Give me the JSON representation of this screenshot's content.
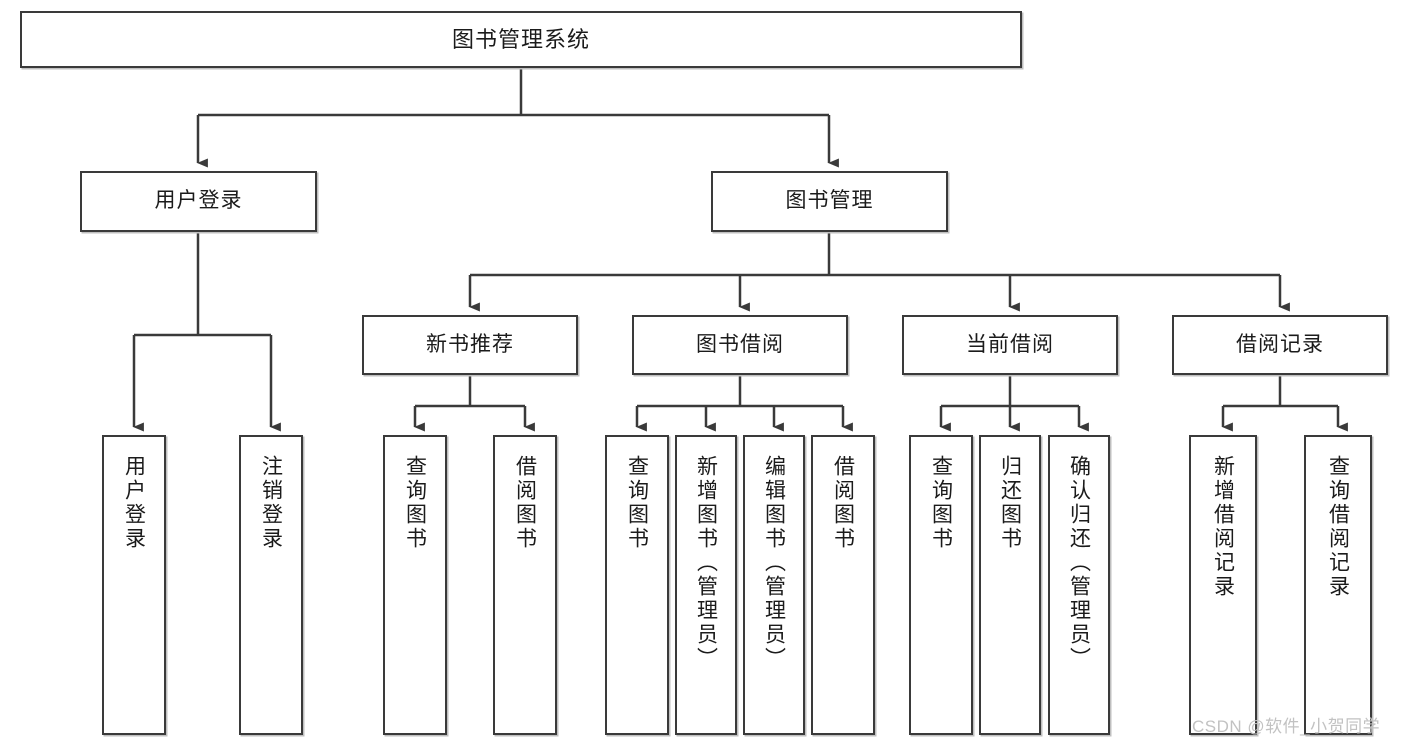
{
  "diagram": {
    "title": "图书管理系统",
    "type": "tree-hierarchy-flowchart",
    "colors": {
      "node_border": "#3a3a3a",
      "node_fill": "#ffffff",
      "edge": "#3a3a3a",
      "background": "#ffffff",
      "watermark": "#c2c2c2"
    },
    "nodes": {
      "root": {
        "label": "图书管理系统"
      },
      "level2": [
        {
          "id": "user-login",
          "label": "用户登录"
        },
        {
          "id": "book-manage",
          "label": "图书管理"
        }
      ],
      "level3": [
        {
          "id": "new-book-recommend",
          "label": "新书推荐"
        },
        {
          "id": "book-borrow",
          "label": "图书借阅"
        },
        {
          "id": "current-borrow",
          "label": "当前借阅"
        },
        {
          "id": "borrow-record",
          "label": "借阅记录"
        }
      ],
      "leaves": {
        "user_login": [
          {
            "id": "leaf-user-login",
            "label": "用户登录"
          },
          {
            "id": "leaf-user-logout",
            "label": "注销登录"
          }
        ],
        "new_book_recommend": [
          {
            "id": "leaf-query-book-1",
            "label": "查询图书"
          },
          {
            "id": "leaf-borrow-book-1",
            "label": "借阅图书"
          }
        ],
        "book_borrow": [
          {
            "id": "leaf-query-book-2",
            "label": "查询图书"
          },
          {
            "id": "leaf-add-book",
            "label": "新增图书（管理员）"
          },
          {
            "id": "leaf-edit-book",
            "label": "编辑图书（管理员）"
          },
          {
            "id": "leaf-borrow-book-2",
            "label": "借阅图书"
          }
        ],
        "current_borrow": [
          {
            "id": "leaf-query-book-3",
            "label": "查询图书"
          },
          {
            "id": "leaf-return-book",
            "label": "归还图书"
          },
          {
            "id": "leaf-confirm-return",
            "label": "确认归还（管理员）"
          }
        ],
        "borrow_record": [
          {
            "id": "leaf-add-record",
            "label": "新增借阅记录"
          },
          {
            "id": "leaf-query-record",
            "label": "查询借阅记录"
          }
        ]
      }
    },
    "watermark": "CSDN @软件_小贺同学"
  }
}
